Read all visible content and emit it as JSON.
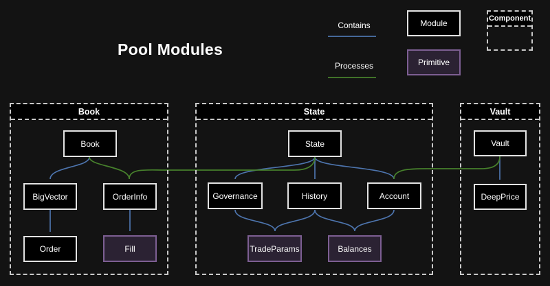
{
  "title": "Pool Modules",
  "legend": {
    "contains_label": "Contains",
    "processes_label": "Processes",
    "module_label": "Module",
    "primitive_label": "Primitive",
    "component_label": "Component"
  },
  "colors": {
    "background": "#131313",
    "module_fill": "#000000",
    "module_border": "#e3e3e3",
    "primitive_fill": "#2b2233",
    "primitive_border": "#7d5f93",
    "container_border": "#c9c9c9",
    "contains_arrow_blue": "#4d74ad",
    "processes_arrow_green": "#47812c",
    "text": "#ffffff"
  },
  "groups": [
    {
      "label": "Book",
      "nodes": [
        {
          "label": "Book",
          "type": "module"
        },
        {
          "label": "BigVector",
          "type": "module"
        },
        {
          "label": "OrderInfo",
          "type": "module"
        },
        {
          "label": "Order",
          "type": "module"
        },
        {
          "label": "Fill",
          "type": "primitive"
        }
      ]
    },
    {
      "label": "State",
      "nodes": [
        {
          "label": "State",
          "type": "module"
        },
        {
          "label": "Governance",
          "type": "module"
        },
        {
          "label": "History",
          "type": "module"
        },
        {
          "label": "Account",
          "type": "module"
        },
        {
          "label": "TradeParams",
          "type": "primitive"
        },
        {
          "label": "Balances",
          "type": "primitive"
        }
      ]
    },
    {
      "label": "Vault",
      "nodes": [
        {
          "label": "Vault",
          "type": "module"
        },
        {
          "label": "DeepPrice",
          "type": "module"
        }
      ]
    }
  ],
  "edges": [
    {
      "from": "Book",
      "to": "BigVector",
      "type": "contains"
    },
    {
      "from": "BigVector",
      "to": "Order",
      "type": "contains"
    },
    {
      "from": "OrderInfo",
      "to": "Fill",
      "type": "contains"
    },
    {
      "from": "State",
      "to": "Governance",
      "type": "contains"
    },
    {
      "from": "State",
      "to": "History",
      "type": "contains"
    },
    {
      "from": "State",
      "to": "Account",
      "type": "contains"
    },
    {
      "from": "Governance",
      "to": "TradeParams",
      "type": "contains"
    },
    {
      "from": "History",
      "to": "TradeParams",
      "type": "contains"
    },
    {
      "from": "History",
      "to": "Balances",
      "type": "contains"
    },
    {
      "from": "Account",
      "to": "Balances",
      "type": "contains"
    },
    {
      "from": "Vault",
      "to": "DeepPrice",
      "type": "contains"
    },
    {
      "from": "Book",
      "to": "OrderInfo",
      "type": "processes"
    },
    {
      "from": "State",
      "to": "OrderInfo",
      "type": "processes"
    },
    {
      "from": "Vault",
      "to": "Account",
      "type": "processes"
    }
  ]
}
